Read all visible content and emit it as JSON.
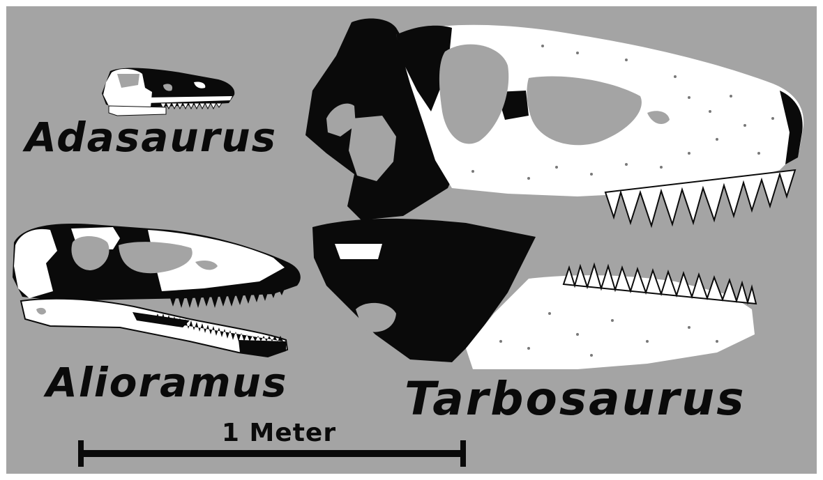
{
  "figure": {
    "background_color": "#a4a4a4",
    "border_color": "#ffffff",
    "ink_color": "#0a0a0a",
    "bone_color": "#ffffff"
  },
  "specimens": [
    {
      "name": "Adasaurus"
    },
    {
      "name": "Alioramus"
    },
    {
      "name": "Tarbosaurus"
    }
  ],
  "scale_bar": {
    "label": "1 Meter",
    "value": 1,
    "unit": "Meter"
  }
}
